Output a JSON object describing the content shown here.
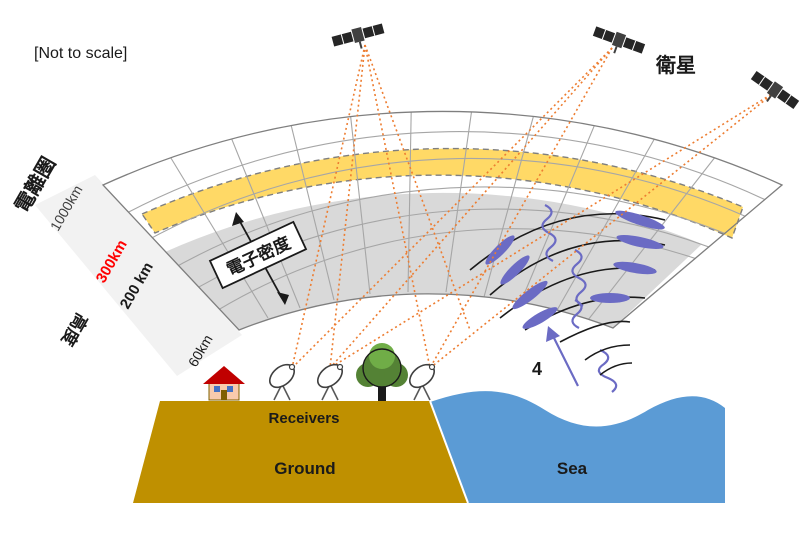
{
  "note": "[Not to scale]",
  "satellites_label": "衛星",
  "ionosphere_label": "電離圏",
  "altitude_label": "高度",
  "electron_density_label": "電子密度",
  "altitudes": [
    "1000km",
    "300km",
    "200 km",
    "60km"
  ],
  "tsunami_number": "4",
  "ground": {
    "receivers_label": "Receivers",
    "ground_label": "Ground"
  },
  "sea_label": "Sea",
  "colors": {
    "sky_band": "#f2f2f2",
    "ionosphere_gray": "#d9d9d9",
    "yellow_band": "#ffd966",
    "ground": "#bf9000",
    "sea": "#5b9bd5",
    "wave": "#6b6bc4",
    "signal": "#ed7d31",
    "highlight_altitude": "#ff0000"
  },
  "icons": [
    "satellite-icon",
    "house-icon",
    "tree-icon",
    "dish-antenna-icon"
  ]
}
